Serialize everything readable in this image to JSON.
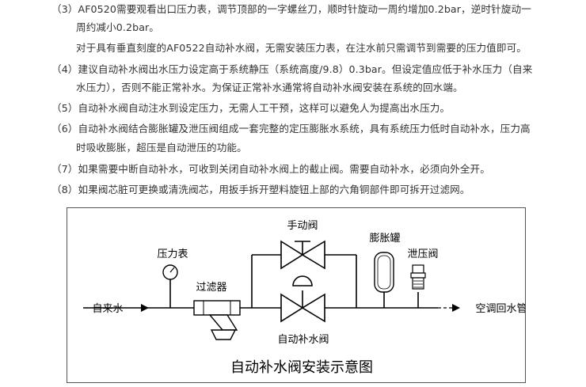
{
  "instructions": {
    "lines": [
      "（3）AF0520需要观看出口压力表，调节顶部的一字螺丝刀，顺时针旋动一周约增加0.2bar，逆时针旋动一",
      "周约减小0.2bar。",
      "对于具有垂直刻度的AF0522自动补水阀，无需安装压力表，在注水前只需调节到需要的压力值即可。",
      "（4）建议自动补水阀出水压力设定高于系统静压（系统高度/9.8）0.3bar。但设定值应低于补水压力（自来",
      "水压力），否则不能正常补水。为保证正常补水通常将自动补水阀安装在系统的回水端。",
      "（5）自动补水阀自动注水到设定压力，无需人工干预，这样可以避免人为提高出水压力。",
      "（6）自动补水阀结合膨胀罐及泄压阀组成一套完整的定压膨胀水系统，具有系统压力低时自动补水，压力高",
      "时吸收膨胀，超压是自动泄压的功能。",
      "（7）如果需要中断自动补水，可收到关闭自动补水阀上的截止阀。需要自动补水，必须向外全开。",
      "（8）如果阀芯脏可更换或清洗阀芯，用扳手拆开塑料旋钮上部的六角铜部件即可拆开过滤网。"
    ]
  },
  "diagram": {
    "title": "自动补水阀安装示意图",
    "labels": {
      "manual_valve": "手动阀",
      "pressure_gauge": "压力表",
      "expansion_tank": "膨胀罐",
      "relief_valve": "泄压阀",
      "filter": "过滤器",
      "inlet": "自来水",
      "outlet": "空调回水管",
      "auto_fill_valve": "自动补水阀"
    }
  }
}
